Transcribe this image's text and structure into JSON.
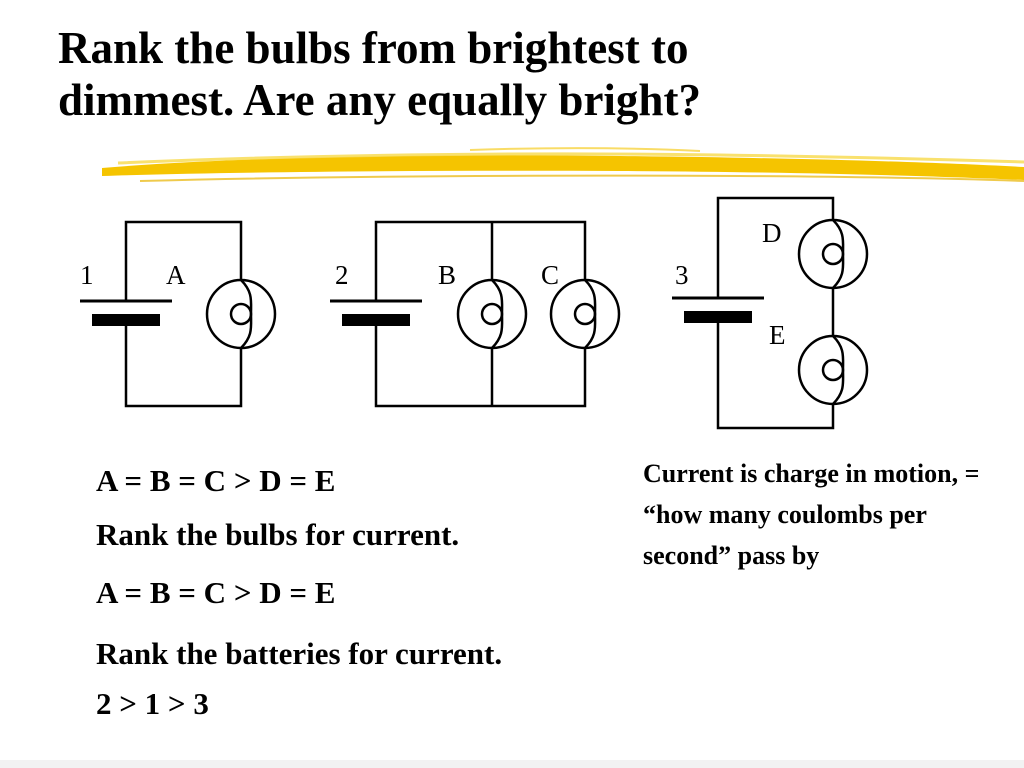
{
  "title": {
    "line1": "Rank the bulbs from brightest to",
    "line2": "dimmest.  Are any equally bright?"
  },
  "circuits": {
    "labels": {
      "circuit1": "1",
      "bulbA": "A",
      "circuit2": "2",
      "bulbB": "B",
      "bulbC": "C",
      "circuit3": "3",
      "bulbD": "D",
      "bulbE": "E"
    }
  },
  "answers": {
    "brightness_ranking": "A = B = C > D = E",
    "question_bulb_current": "Rank the bulbs for current.",
    "bulb_current_ranking": "A = B = C > D = E",
    "question_battery_current": "Rank the batteries for current.",
    "battery_current_ranking": "2 > 1 > 3"
  },
  "note": "Current is charge in motion, = “how many coulombs per second” pass by",
  "colors": {
    "highlight": "#f5c400",
    "text": "#000000",
    "background": "#ffffff"
  }
}
